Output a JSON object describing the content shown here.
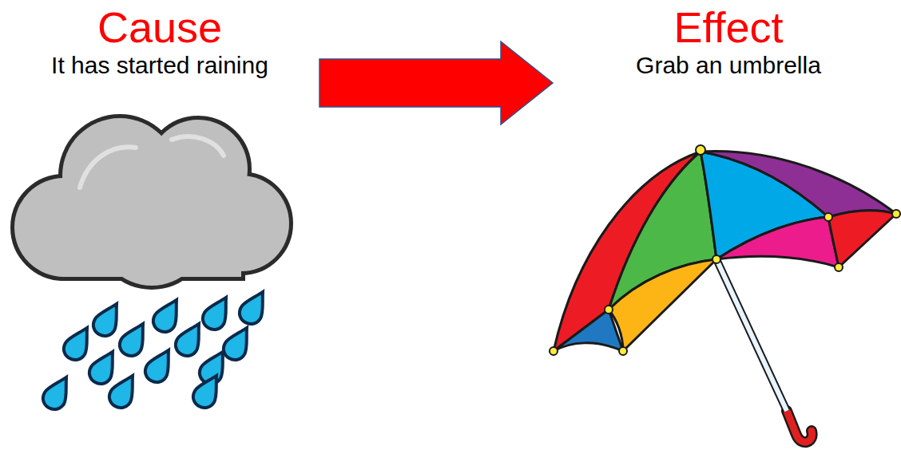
{
  "diagram": {
    "nodes": [
      {
        "text": [
          "Cause",
          "It has started raining"
        ]
      },
      {
        "text": [
          "Effect",
          "Grab an umbrella"
        ]
      }
    ],
    "edges": [
      {
        "from": 0,
        "to": 1,
        "arrow": "to"
      }
    ]
  }
}
